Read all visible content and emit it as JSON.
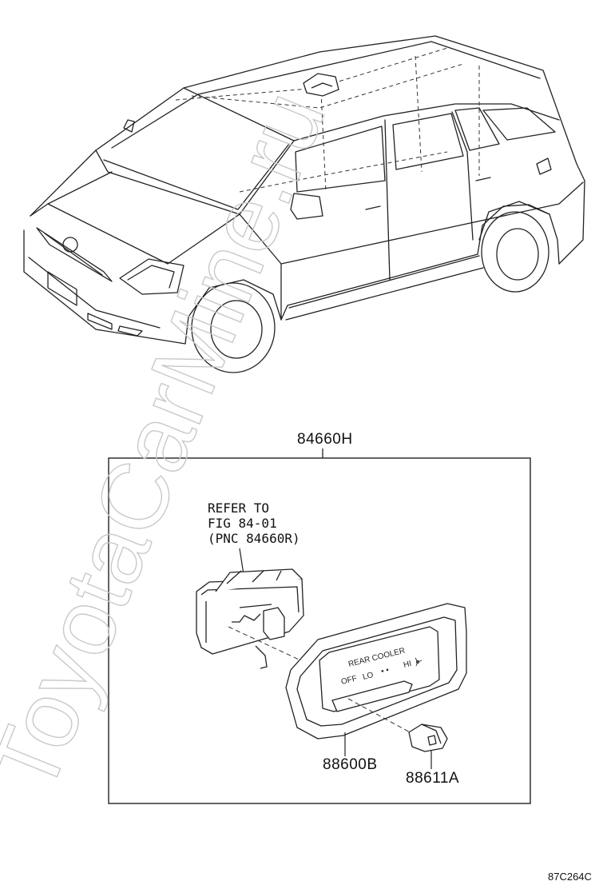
{
  "watermark": "ToyotaCarMine.ru",
  "callouts": {
    "assembly": "84660H",
    "switch_panel": "88600B",
    "knob": "88611A"
  },
  "reference_note": {
    "line1": "REFER TO",
    "line2": "FIG 84-01",
    "line3": "(PNC 84660R)"
  },
  "panel_labels": {
    "title": "REAR COOLER",
    "off": "OFF",
    "lo": "LO",
    "dots": "• •",
    "hi": "HI"
  },
  "figure_code": "87C264C"
}
